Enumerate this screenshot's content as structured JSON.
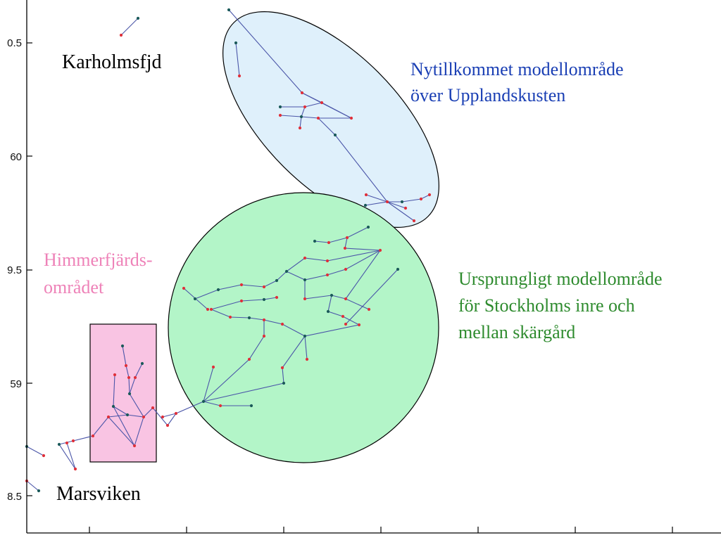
{
  "axis": {
    "y_ticks": [
      "0.5",
      "60",
      "9.5",
      "59",
      "8.5"
    ]
  },
  "places": {
    "karholmsfjd": "Karholmsfjd",
    "marsviken": "Marsviken"
  },
  "regions": {
    "uppland": {
      "lines": [
        "Nytillkommet modellområde",
        "över Upplandskusten"
      ],
      "color": "#1a3fb4",
      "fill": "#dff0fb"
    },
    "stockholm": {
      "lines": [
        "Ursprungligt modellområde",
        "för Stockholms inre och",
        "mellan skärgård"
      ],
      "color": "#2e8b2e",
      "fill": "#b3f5c8"
    },
    "himmerfjarden": {
      "lines": [
        "Himmerfjärds-",
        "området"
      ],
      "color": "#ee82b8",
      "fill": "#f9c4e3"
    }
  },
  "colors": {
    "axis": "#000000",
    "network_line": "#4a55a8",
    "node_red": "#e0303a",
    "node_dark": "#1b5a5a"
  }
}
